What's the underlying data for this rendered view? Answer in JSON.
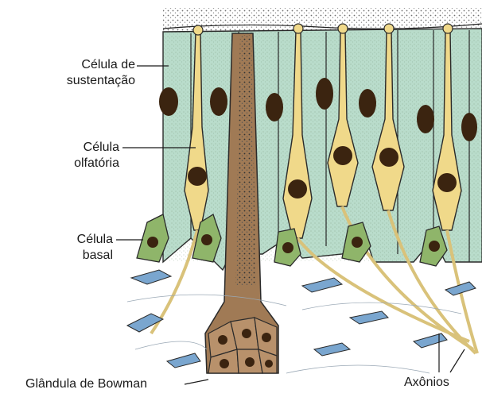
{
  "labels": {
    "support_cell": {
      "line1": "Célula de",
      "line2": "sustentação"
    },
    "olfactory_cell": {
      "line1": "Célula",
      "line2": "olfatória"
    },
    "basal_cell": {
      "line1": "Célula",
      "line2": "basal"
    },
    "bowman_gland": "Glândula de Bowman",
    "axons": "Axônios"
  },
  "colors": {
    "support_cell": "#b9dccb",
    "olfactory_cell": "#f0d98a",
    "basal_cell": "#8fb56a",
    "nucleus": "#3b2410",
    "gland": "#a07a55",
    "connective_cell": "#7aa6cf",
    "outline": "#2a2a2a"
  }
}
